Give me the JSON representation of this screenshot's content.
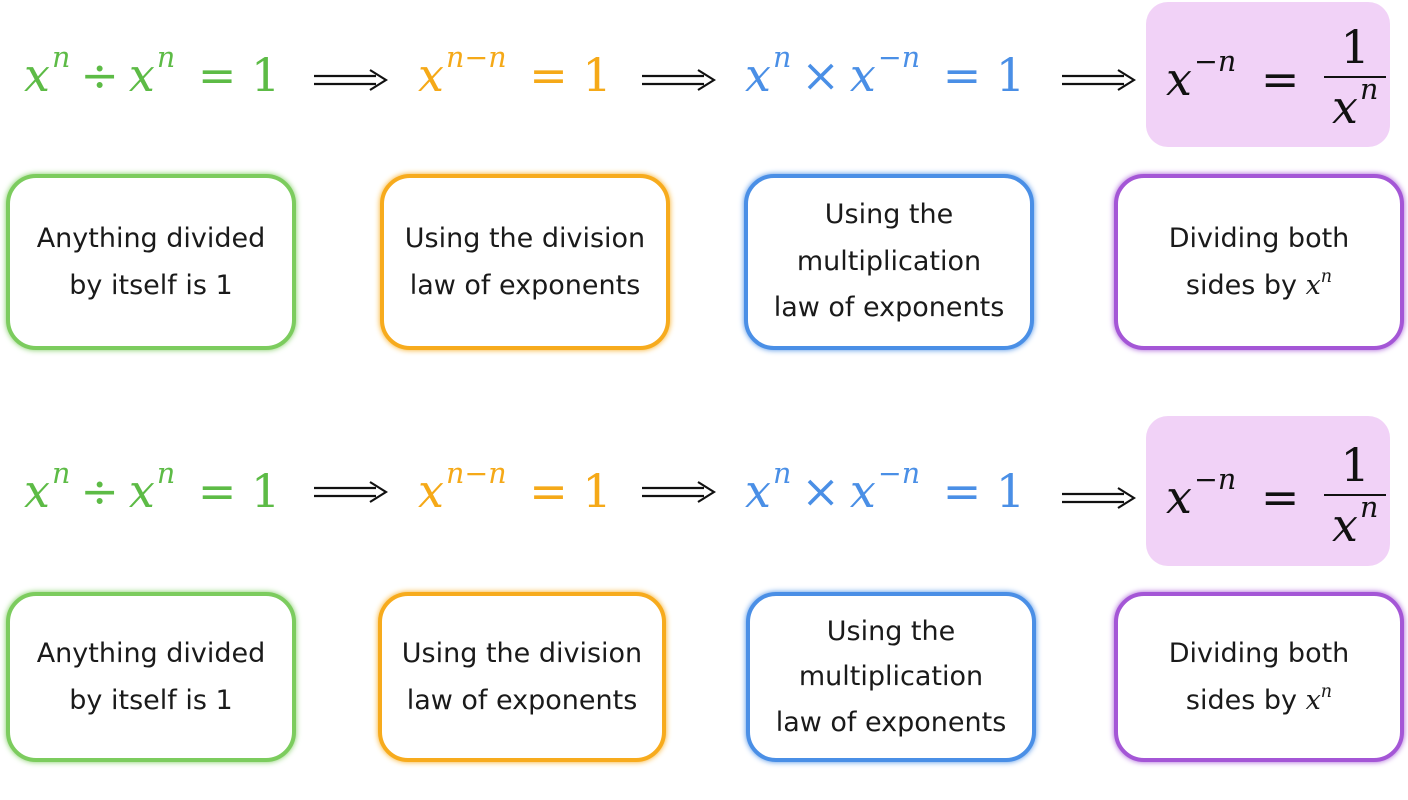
{
  "colors": {
    "green": "#5dbb46",
    "orange": "#f5a918",
    "blue": "#4a8fe6",
    "purple": "#a456d6",
    "result_bg": "#f1d2f7"
  },
  "rows": [
    {
      "equations": [
        {
          "base1": "x",
          "exp1": "n",
          "op": "÷",
          "base2": "x",
          "exp2": "n",
          "rhs": "= 1"
        },
        {
          "base": "x",
          "exp": "n−n",
          "rhs": "= 1"
        },
        {
          "base1": "x",
          "exp1": "n",
          "op": "×",
          "base2": "x",
          "exp2": "−n",
          "rhs": "= 1"
        },
        {
          "base": "x",
          "exp": "−n",
          "eq": "=",
          "num": "1",
          "den_base": "x",
          "den_exp": "n"
        }
      ],
      "cards": [
        {
          "text": "Anything divided\nby itself is 1"
        },
        {
          "text": "Using the division\nlaw of exponents"
        },
        {
          "text": "Using the\nmultiplication\nlaw of exponents"
        },
        {
          "text": "Dividing both\nsides by",
          "math_base": "x",
          "math_exp": "n"
        }
      ]
    },
    {
      "equations": [
        {
          "base1": "x",
          "exp1": "n",
          "op": "÷",
          "base2": "x",
          "exp2": "n",
          "rhs": "= 1"
        },
        {
          "base": "x",
          "exp": "n−n",
          "rhs": "= 1"
        },
        {
          "base1": "x",
          "exp1": "n",
          "op": "×",
          "base2": "x",
          "exp2": "−n",
          "rhs": "= 1"
        },
        {
          "base": "x",
          "exp": "−n",
          "eq": "=",
          "num": "1",
          "den_base": "x",
          "den_exp": "n"
        }
      ],
      "cards": [
        {
          "text": "Anything divided\nby itself is 1"
        },
        {
          "text": "Using the division\nlaw of exponents"
        },
        {
          "text": "Using the\nmultiplication\nlaw of exponents"
        },
        {
          "text": "Dividing both\nsides by",
          "math_base": "x",
          "math_exp": "n"
        }
      ]
    }
  ]
}
